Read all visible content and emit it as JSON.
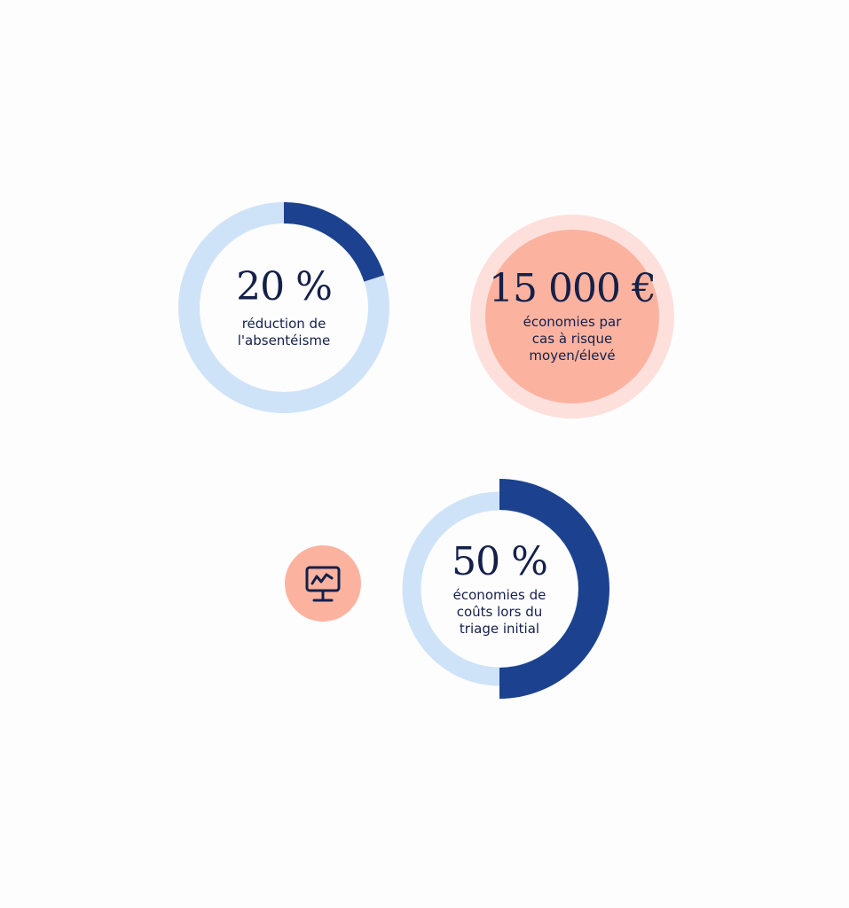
{
  "colors": {
    "dark_blue": "#1c428f",
    "light_blue": "#cfe3f8",
    "salmon": "#fbb3a0",
    "pale_salmon": "#fde0dc",
    "text": "#14204a"
  },
  "stats": [
    {
      "value": "20 %",
      "label_lines": [
        "réduction de",
        "l'absentéisme"
      ],
      "progress_percent": 20
    },
    {
      "value": "15 000 €",
      "label_lines": [
        "économies par",
        "cas à risque",
        "moyen/élevé"
      ]
    },
    {
      "value": "50 %",
      "label_lines": [
        "économies de",
        "coûts lors du",
        "triage initial"
      ],
      "progress_percent": 50
    }
  ],
  "icons": {
    "badge": "monitor-chart-icon"
  }
}
